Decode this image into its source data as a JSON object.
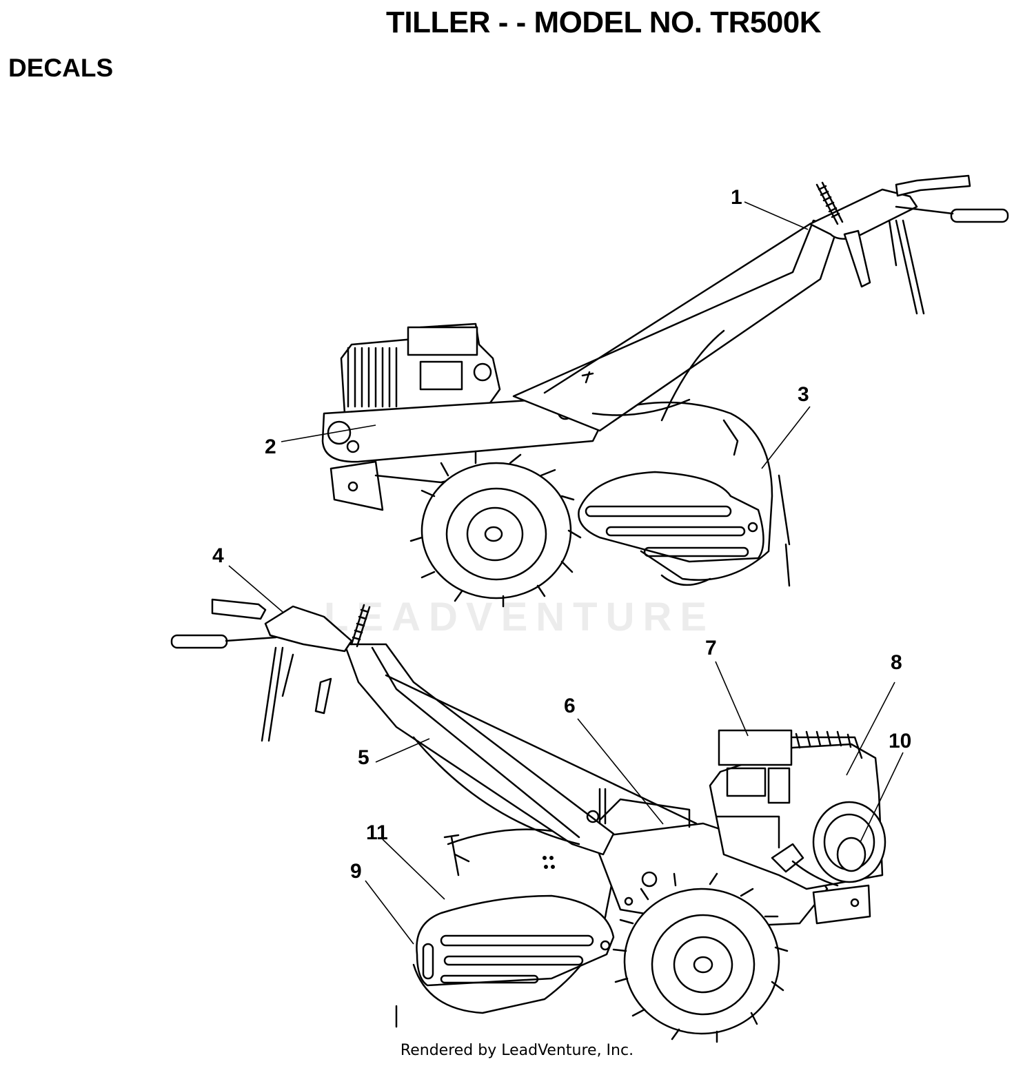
{
  "title": "TILLER - - MODEL NO. TR500K",
  "section": "DECALS",
  "watermark": "LEADVENTURE",
  "footer": "Rendered by LeadVenture, Inc.",
  "callouts": [
    "1",
    "2",
    "3",
    "4",
    "5",
    "6",
    "7",
    "8",
    "9",
    "10",
    "11"
  ]
}
